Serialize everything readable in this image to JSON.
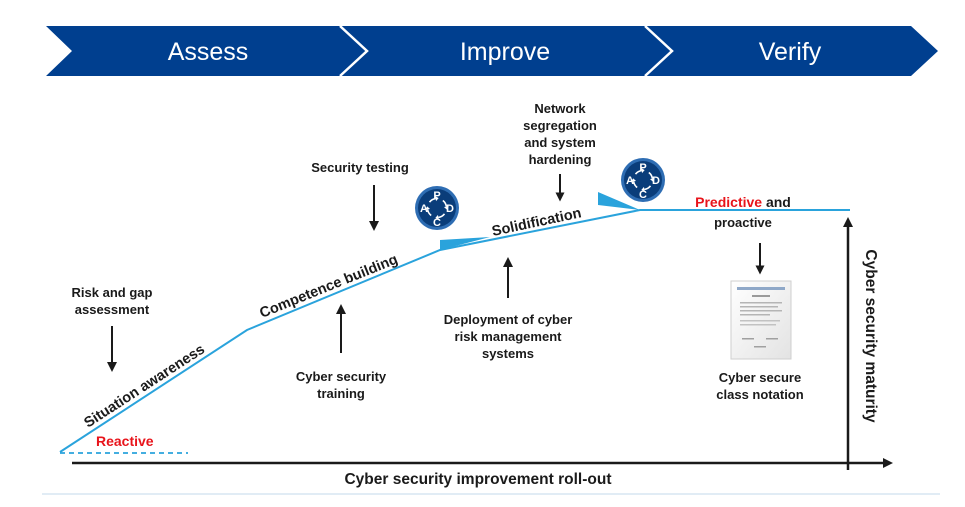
{
  "phases": [
    {
      "label": "Assess"
    },
    {
      "label": "Improve"
    },
    {
      "label": "Verify"
    }
  ],
  "colors": {
    "banner": "#003f8f",
    "banner_dark": "#012f6e",
    "curve": "#2aa3dc",
    "accent_red": "#e8141b",
    "axis": "#1a1a1a",
    "pdca_dark": "#0a3d7a",
    "pdca_light": "#2e6db3"
  },
  "curve_stages": {
    "situation": "Situation awareness",
    "competence": "Competence building",
    "solidification": "Solidification"
  },
  "start_state": {
    "label": "Reactive"
  },
  "end_state": {
    "highlight": "Predictive",
    "rest": " and",
    "line2": "proactive"
  },
  "annotations": {
    "risk_gap": [
      "Risk and gap",
      "assessment"
    ],
    "security_testing": [
      "Security testing"
    ],
    "training": [
      "Cyber security",
      "training"
    ],
    "network": [
      "Network",
      "segregation",
      "and system",
      "hardening"
    ],
    "deployment": [
      "Deployment of cyber",
      "risk management",
      "systems"
    ],
    "notation": [
      "Cyber secure",
      "class notation"
    ]
  },
  "pdca": {
    "letters": [
      "P",
      "D",
      "C",
      "A"
    ]
  },
  "axes": {
    "x_label": "Cyber security improvement roll-out",
    "y_label": "Cyber security maturity"
  }
}
